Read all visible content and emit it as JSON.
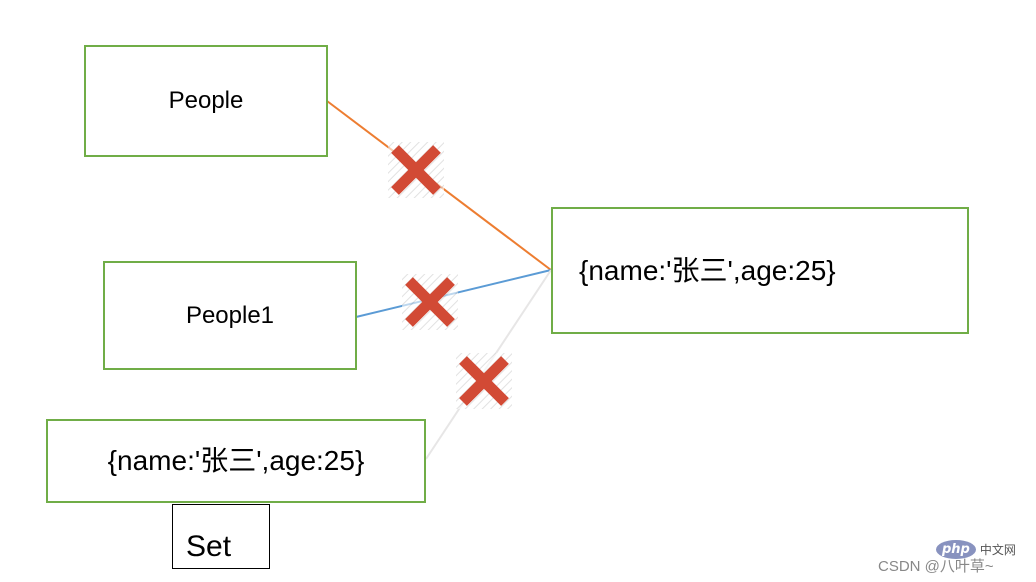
{
  "boxes": {
    "people": "People",
    "people1": "People1",
    "object_target": "{name:'张三',age:25}",
    "object_copy": "{name:'张三',age:25}",
    "set": "Set"
  },
  "connectors": {
    "people_to_object": {
      "color": "#ed7d31"
    },
    "people1_to_object": {
      "color": "#5b9bd5"
    },
    "copy_to_object": {
      "color": "#e7e6e6"
    }
  },
  "cross_marks": {
    "color": "#d24a35",
    "count": 3
  },
  "box_border_color": "#70ad47",
  "watermarks": {
    "php_logo": "php",
    "php_site": "中文网",
    "csdn": "CSDN @八叶草~"
  }
}
